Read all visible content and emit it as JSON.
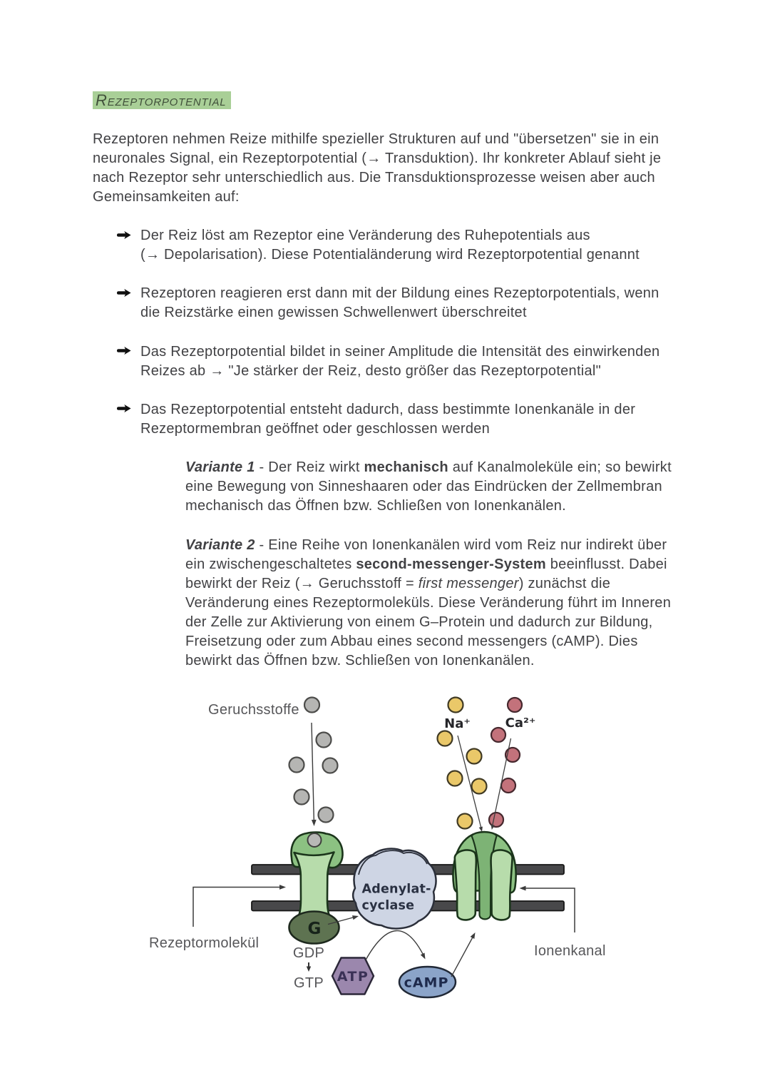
{
  "document": {
    "heading": "Rezeptorpotential",
    "bullet_marker": "➔",
    "intro": {
      "lines": [
        "Rezeptoren nehmen Reize mithilfe spezieller Strukturen auf und \"übersetzen\" sie in ein",
        "neuronales Signal, ein Rezeptorpotential (→ Transduktion). Ihr konkreter Ablauf sieht je",
        "nach Rezeptor sehr unterschiedlich aus. Die Transduktionsprozesse weisen aber auch",
        "Gemeinsamkeiten auf:"
      ]
    },
    "bullets": [
      {
        "lines": [
          "Der Reiz löst am Rezeptor eine Veränderung des Ruhepotentials aus",
          "(→ Depolarisation). Diese Potentialänderung wird Rezeptorpotential genannt"
        ]
      },
      {
        "lines": [
          "Rezeptoren reagieren erst dann mit der Bildung eines Rezeptorpotentials, wenn",
          "die Reizstärke einen gewissen Schwellenwert überschreitet"
        ]
      },
      {
        "lines": [
          "Das Rezeptorpotential bildet in seiner Amplitude die Intensität des einwirkenden",
          "Reizes ab → \"Je stärker der Reiz, desto größer das Rezeptorpotential\""
        ]
      },
      {
        "lines": [
          "Das Rezeptorpotential entsteht dadurch, dass bestimmte Ionenkanäle in der",
          "Rezeptormembran geöffnet oder geschlossen werden"
        ]
      }
    ],
    "variants": [
      {
        "label": "Variante 1",
        "line1_pre": " - Der Reiz wirkt ",
        "line1_bold": "mechanisch",
        "line1_post": " auf Kanalmoleküle ein; so bewirkt",
        "line2": "eine Bewegung von Sinneshaaren oder das Eindrücken der Zellmembran",
        "line3": "mechanisch das Öffnen bzw. Schließen von Ionenkanälen."
      },
      {
        "label": "Variante 2",
        "line1": " - Eine Reihe von Ionenkanälen wird vom Reiz nur indirekt über",
        "line2_pre": "ein zwischengeschaltetes ",
        "line2_bold": "second-messenger-System",
        "line2_post": " beeinflusst. Dabei",
        "line3_pre": "bewirkt der Reiz (→ Geruchsstoff = ",
        "line3_italic": "first messenger",
        "line3_post": ") zunächst die",
        "line4": "Veränderung eines Rezeptormoleküls. Diese Veränderung führt im Inneren",
        "line5": "der Zelle zur Aktivierung von einem G–Protein und dadurch zur Bildung,",
        "line6": "Freisetzung oder zum Abbau eines second messengers (cAMP). Dies",
        "line7": "bewirkt das Öffnen bzw. Schließen von Ionenkanälen."
      }
    ]
  },
  "diagram": {
    "labels": {
      "odorants": "Geruchsstoffe",
      "sodium": "Na⁺",
      "calcium": "Ca²⁺",
      "receptor": "Rezeptormolekül",
      "channel": "Ionenkanal",
      "gdp": "GDP",
      "gtp": "GTP",
      "g_protein": "G",
      "cyclase_line1": "Adenylat-",
      "cyclase_line2": "cyclase",
      "atp": "ATP",
      "camp": "cAMP"
    },
    "colors": {
      "heading_highlight": "#a9cf97",
      "membrane": "#48484a",
      "receptor_light_green": "#b7dcab",
      "receptor_dark_green": "#8cc182",
      "g_protein_olive": "#5e7351",
      "odorant_gray": "#b5b5b3",
      "sodium_yellow": "#eac869",
      "calcium_red": "#c3727b",
      "cyclase_fill": "#ced5e4",
      "atp_fill": "#9b87ad",
      "camp_fill": "#8ba4c9"
    }
  }
}
